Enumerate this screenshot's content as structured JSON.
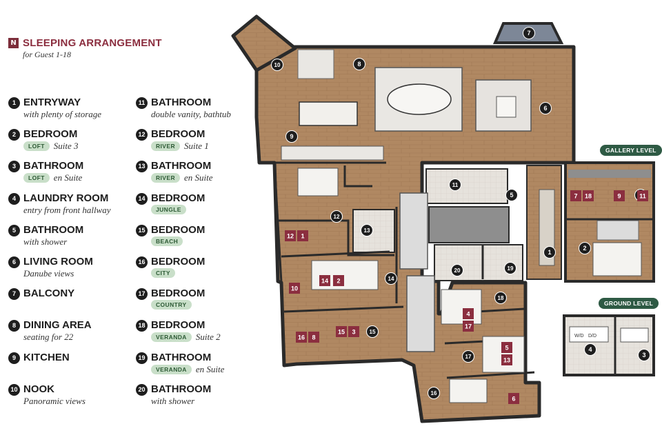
{
  "header": {
    "badge": "N",
    "title": "SLEEPING ARRANGEMENT",
    "subtitle": "for Guest 1-18"
  },
  "legend": [
    {
      "num": "1",
      "label": "ENTRYWAY",
      "pill": "",
      "sub": "with plenty of storage"
    },
    {
      "num": "2",
      "label": "BEDROOM",
      "pill": "LOFT",
      "sub": "Suite 3"
    },
    {
      "num": "3",
      "label": "BATHROOM",
      "pill": "LOFT",
      "sub": "en Suite"
    },
    {
      "num": "4",
      "label": "LAUNDRY ROOM",
      "pill": "",
      "sub": "entry from front hallway"
    },
    {
      "num": "5",
      "label": "BATHROOM",
      "pill": "",
      "sub": "with shower"
    },
    {
      "num": "6",
      "label": "LIVING ROOM",
      "pill": "",
      "sub": "Danube views"
    },
    {
      "num": "7",
      "label": "BALCONY",
      "pill": "",
      "sub": ""
    },
    {
      "num": "8",
      "label": "DINING AREA",
      "pill": "",
      "sub": "seating for 22"
    },
    {
      "num": "9",
      "label": "KITCHEN",
      "pill": "",
      "sub": ""
    },
    {
      "num": "10",
      "label": "NOOK",
      "pill": "",
      "sub": "Panoramic views"
    },
    {
      "num": "11",
      "label": "BATHROOM",
      "pill": "",
      "sub": "double vanity, bathtub"
    },
    {
      "num": "12",
      "label": "BEDROOM",
      "pill": "RIVER",
      "sub": "Suite 1"
    },
    {
      "num": "13",
      "label": "BATHROOM",
      "pill": "RIVER",
      "sub": "en Suite"
    },
    {
      "num": "14",
      "label": "BEDROOM",
      "pill": "JUNGLE",
      "sub": ""
    },
    {
      "num": "15",
      "label": "BEDROOM",
      "pill": "BEACH",
      "sub": ""
    },
    {
      "num": "16",
      "label": "BEDROOM",
      "pill": "CITY",
      "sub": ""
    },
    {
      "num": "17",
      "label": "BEDROOM",
      "pill": "COUNTRY",
      "sub": ""
    },
    {
      "num": "18",
      "label": "BEDROOM",
      "pill": "VERANDA",
      "sub": "Suite 2"
    },
    {
      "num": "19",
      "label": "BATHROOM",
      "pill": "VERANDA",
      "sub": "en Suite"
    },
    {
      "num": "20",
      "label": "BATHROOM",
      "pill": "",
      "sub": "with shower"
    }
  ],
  "levels": {
    "gallery": "GALLERY LEVEL",
    "ground": "GROUND LEVEL"
  },
  "laundry": {
    "wd": "W/D",
    "dd": "D/D"
  },
  "rooms": [
    {
      "n": "1"
    },
    {
      "n": "2"
    },
    {
      "n": "3"
    },
    {
      "n": "4"
    },
    {
      "n": "5"
    },
    {
      "n": "6"
    },
    {
      "n": "7"
    },
    {
      "n": "8"
    },
    {
      "n": "9"
    },
    {
      "n": "10"
    },
    {
      "n": "11"
    },
    {
      "n": "12"
    },
    {
      "n": "13"
    },
    {
      "n": "14"
    },
    {
      "n": "15"
    },
    {
      "n": "16"
    },
    {
      "n": "17"
    },
    {
      "n": "18"
    },
    {
      "n": "19"
    },
    {
      "n": "20"
    },
    {
      "n": "5"
    }
  ],
  "beds": [
    {
      "n": "12"
    },
    {
      "n": "1"
    },
    {
      "n": "10"
    },
    {
      "n": "14"
    },
    {
      "n": "2"
    },
    {
      "n": "16"
    },
    {
      "n": "8"
    },
    {
      "n": "15"
    },
    {
      "n": "3"
    },
    {
      "n": "4"
    },
    {
      "n": "17"
    },
    {
      "n": "5"
    },
    {
      "n": "13"
    },
    {
      "n": "6"
    },
    {
      "n": "7"
    },
    {
      "n": "18"
    },
    {
      "n": "9"
    },
    {
      "n": "11"
    }
  ],
  "colors": {
    "accent": "#8b2e3f",
    "pill": "#c9dfc9",
    "level": "#2e5a44",
    "floor": "#b08862",
    "wall": "#2a2a2a",
    "balcony": "#7d8797"
  }
}
